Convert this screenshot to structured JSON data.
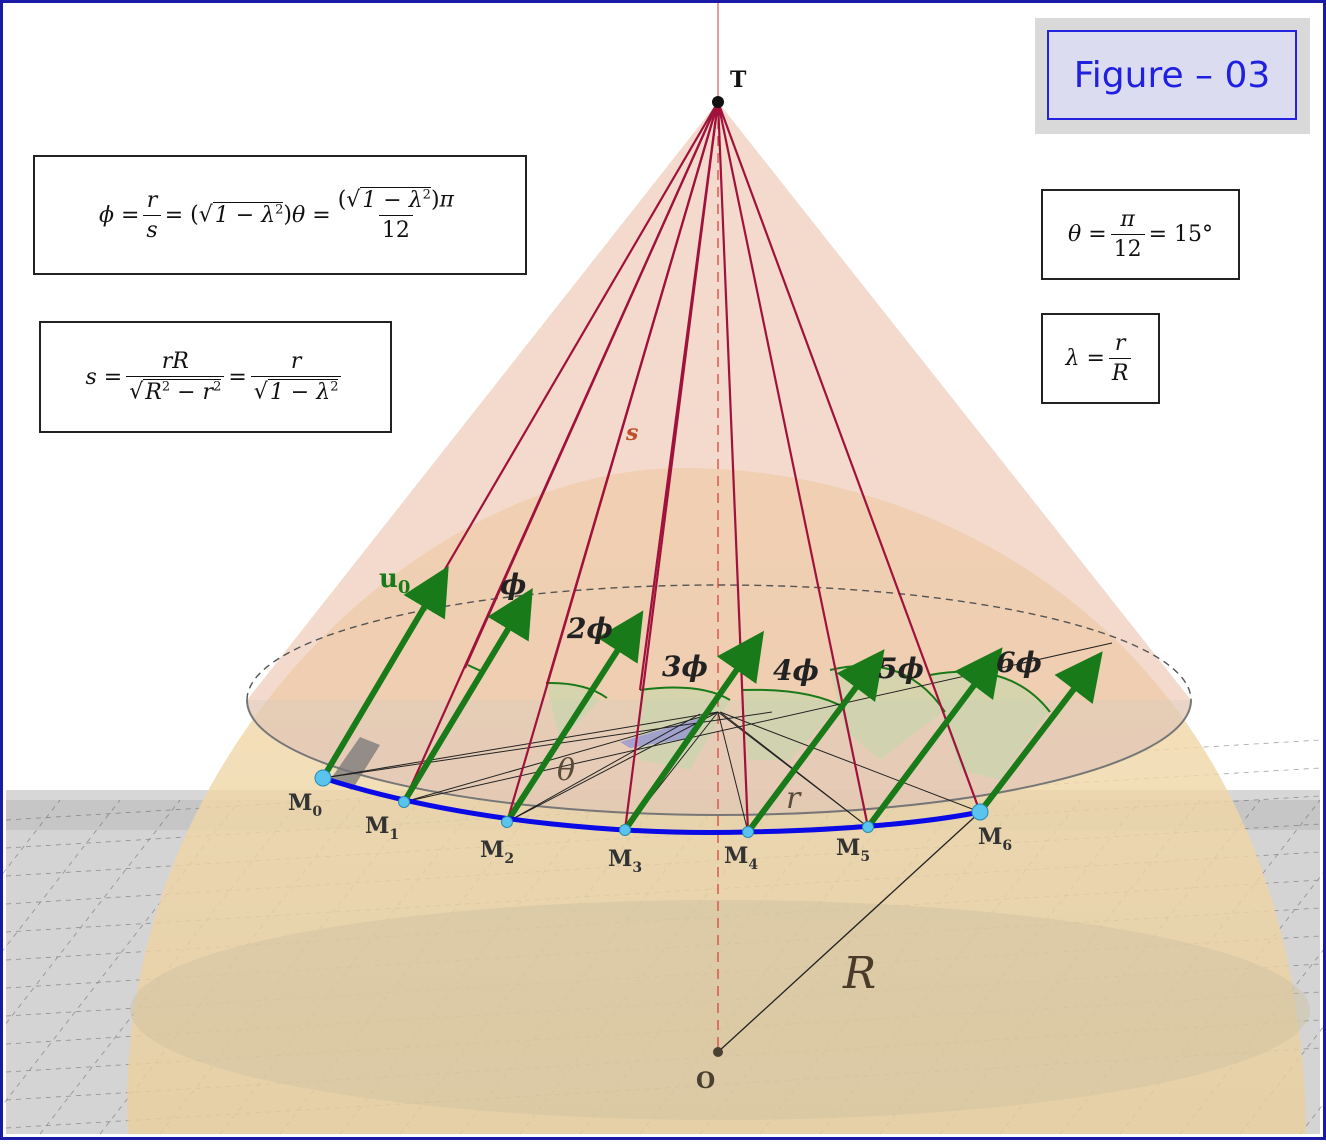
{
  "figure_label": "Figure – 03",
  "points": {
    "apex": "T",
    "center": "O",
    "m": [
      "M",
      "M",
      "M",
      "M",
      "M",
      "M",
      "M"
    ],
    "m_sub": [
      "0",
      "1",
      "2",
      "3",
      "4",
      "5",
      "6"
    ]
  },
  "labels": {
    "vector": "u",
    "vector_sub": "0",
    "slant": "s",
    "angle_theta": "θ",
    "small_r": "r",
    "big_r": "R",
    "phi": [
      "ϕ",
      "2ϕ",
      "3ϕ",
      "4ϕ",
      "5ϕ",
      "6ϕ"
    ]
  },
  "formulas": {
    "phi": {
      "lhs": "ϕ =",
      "r": "r",
      "s": "s",
      "eq": "=",
      "sqrt_body": "1 − λ",
      "sq": "2",
      "theta_eq": "θ =",
      "pi": "π",
      "twelve": "12"
    },
    "s": {
      "lhs": "s =",
      "rR": "rR",
      "sqrt_body": "R",
      "sq": "2",
      "minus_r": " − r",
      "eq": "=",
      "r": "r",
      "sqrt_body2": "1 − λ"
    },
    "theta": {
      "lhs": "θ =",
      "pi": "π",
      "twelve": "12",
      "rhs": "= 15°"
    },
    "lambda": {
      "lhs": "λ =",
      "r": "r",
      "R": "R"
    }
  },
  "colors": {
    "cone": "#ecc4ac",
    "sphere": "#f1d39b",
    "generators": "#a0123c",
    "vectors": "#187a18",
    "arc": "#0a0ae6",
    "points": "#5bc4ee",
    "frame": "#1a1aa6",
    "badge_text": "#2020e0"
  }
}
